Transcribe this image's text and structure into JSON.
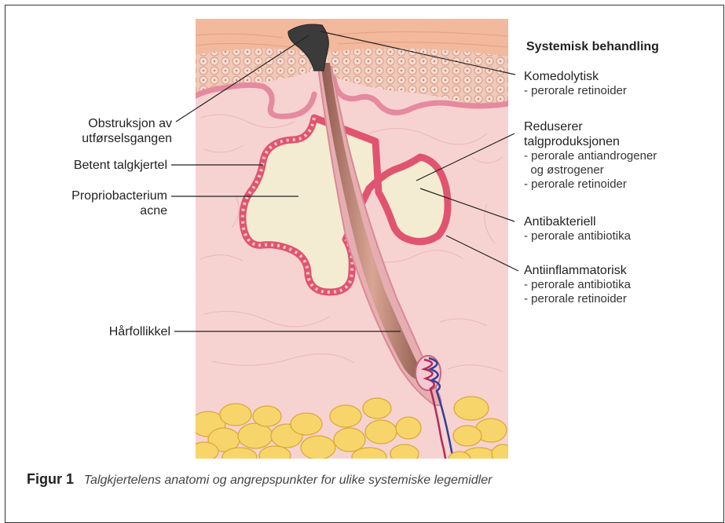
{
  "left_labels": {
    "obstruction_1": "Obstruksjon av",
    "obstruction_2": "utførselsgangen",
    "gland": "Betent talgkjertel",
    "bacterium_1": "Propriobacterium",
    "bacterium_2": "acne",
    "follicle": "Hårfollikkel"
  },
  "right_panel": {
    "heading": "Systemisk behandling",
    "groups": [
      {
        "title": "Komedolytisk",
        "items": [
          "- perorale retinoider"
        ]
      },
      {
        "title": "Reduserer",
        "title2": "talgproduksjonen",
        "items": [
          "- perorale antiandrogener",
          "  og østrogener",
          "- perorale retinoider"
        ]
      },
      {
        "title": "Antibakteriell",
        "items": [
          "- perorale antibiotika"
        ]
      },
      {
        "title": "Antiinflammatorisk",
        "items": [
          "- perorale antibiotika",
          "- perorale retinoider"
        ]
      }
    ]
  },
  "caption": {
    "label": "Figur 1",
    "text": "Talgkjertelens anatomi og angrepspunkter for ulike systemiske legemidler"
  },
  "colors": {
    "skin_bg": "#f6d5d3",
    "epidermis": "#f2b79b",
    "gland_wall": "#e0546f",
    "sebum": "#f3ecd2",
    "fat": "#f7d36a",
    "hair": "#b97a6a",
    "plug": "#3b3b3b",
    "line": "#222222"
  }
}
